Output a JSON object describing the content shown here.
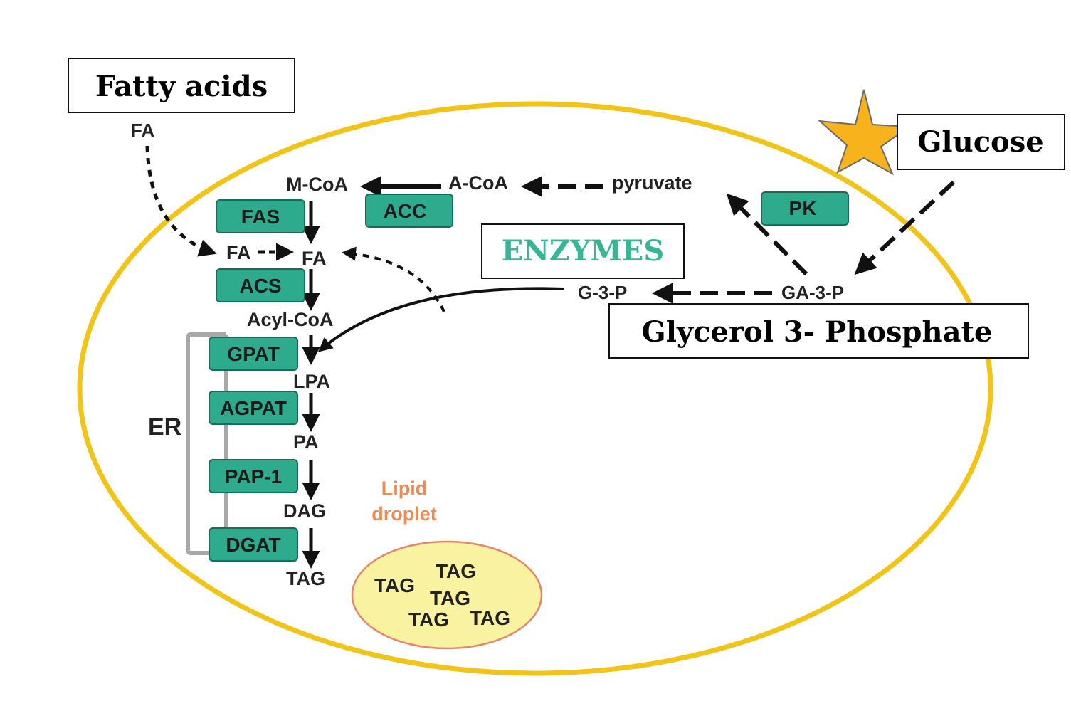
{
  "callouts": {
    "fatty_acids": "Fatty acids",
    "glucose": "Glucose",
    "enzymes": "ENZYMES",
    "glycerol": "Glycerol 3- Phosphate"
  },
  "metabolites": {
    "fa_top": "FA",
    "mcoa": "M-CoA",
    "acoa": "A-CoA",
    "pyruvate": "pyruvate",
    "fa_left": "FA",
    "fa_mid": "FA",
    "acylcoa": "Acyl-CoA",
    "g3p": "G-3-P",
    "ga3p": "GA-3-P",
    "lpa": "LPA",
    "pa": "PA",
    "dag": "DAG",
    "tag": "TAG"
  },
  "enzymes": {
    "fas": "FAS",
    "acc": "ACC",
    "pk": "PK",
    "acs": "ACS",
    "gpat": "GPAT",
    "agpat": "AGPAT",
    "pap1": "PAP-1",
    "dgat": "DGAT"
  },
  "er_label": "ER",
  "lipid_droplet": {
    "line1": "Lipid",
    "line2": "droplet",
    "tags": [
      "TAG",
      "TAG",
      "TAG",
      "TAG",
      "TAG"
    ]
  },
  "colors": {
    "cell_outline": "#f2c417",
    "enzyme_fill": "#2eaa8c",
    "enzymes_text": "#35b796",
    "droplet_fill": "#f9f2a0",
    "droplet_outline": "#e5866a",
    "droplet_label": "#ee8a55",
    "star_fill": "#f7b21c",
    "er_bracket": "#a8a8a8"
  }
}
